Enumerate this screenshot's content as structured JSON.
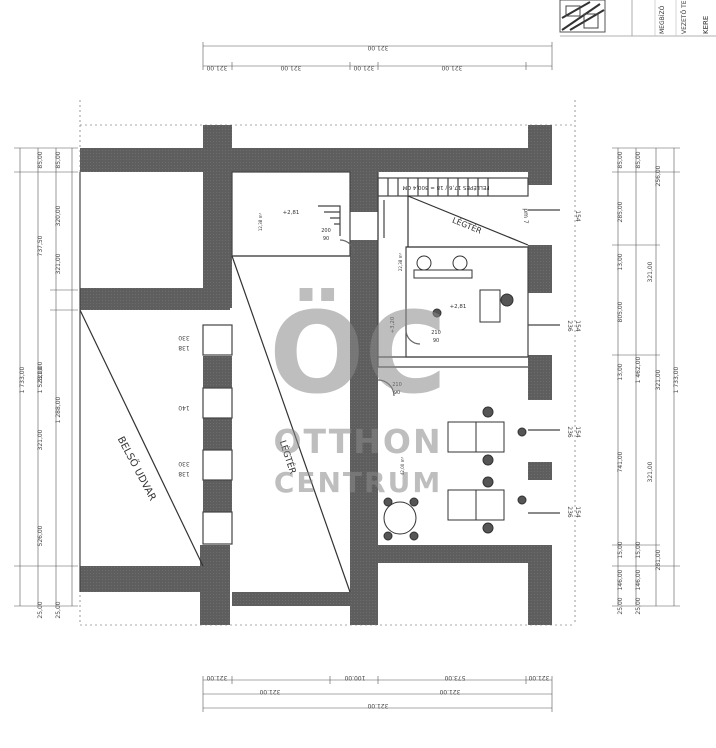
{
  "title_block": {
    "row1": "MEGBÍZÓ",
    "row2": "VEZETŐ TE",
    "row3": "KERE"
  },
  "watermark": {
    "logo": "ÖC",
    "line1": "OTTHON",
    "line2": "CENTRUM"
  },
  "labels": {
    "courtyard": "BELSŐ UDVAR",
    "airspace_left": "LÉGTÉR",
    "airspace_right": "LÉGTÉR",
    "stairs": "FELLÉPES 17,6 / 18 = 300,4 CM",
    "level_1": "+2,81",
    "level_2": "+2,81",
    "level_3": "+3,20",
    "room_area_1": "12,38 m²",
    "room_area_2": "22,38 m²",
    "room_area_3": "42,00 m²",
    "mini_1": "200",
    "mini_2": "90",
    "mini_3": "210",
    "mini_4": "90",
    "mini_5": "210",
    "mini_6": "90"
  },
  "windows_left": [
    {
      "a": "330",
      "b": "138"
    },
    {
      "a": "140",
      "b": ""
    },
    {
      "a": "330",
      "b": "138"
    }
  ],
  "windows_right": [
    {
      "a": "154",
      "b": "pm 7"
    },
    {
      "a": "154",
      "b": "236"
    },
    {
      "a": "154",
      "b": "236"
    },
    {
      "a": "154",
      "b": "236"
    }
  ],
  "dims_top": {
    "total": "321.00",
    "parts": [
      "321.00",
      "321.00",
      "321.00",
      "321.00"
    ]
  },
  "dims_bottom": {
    "parts": [
      "321.00",
      "100.00",
      "573.00",
      "321.00"
    ],
    "mid_a": "321.00",
    "mid_b": "321.00",
    "total": "321.00"
  },
  "dims_left": {
    "outer": "1 733,00",
    "inner_a": "1 523,00",
    "inner_b": "737,50",
    "segments": [
      "85,00",
      "85,00",
      "320,00",
      "321,00",
      "321,00",
      "321,00",
      "1 288,00",
      "526,00",
      "25,00",
      "25,00"
    ]
  },
  "dims_right": {
    "outer": "1 733,00",
    "inner_a": "1 462,00",
    "segments": [
      "85,00",
      "85,00",
      "256,00",
      "285,00",
      "13,00",
      "321,00",
      "805,00",
      "13,00",
      "321,00",
      "741,00",
      "321,00",
      "15,00",
      "15,00",
      "146,00",
      "146,00",
      "281,00",
      "25,00",
      "25,00"
    ]
  }
}
